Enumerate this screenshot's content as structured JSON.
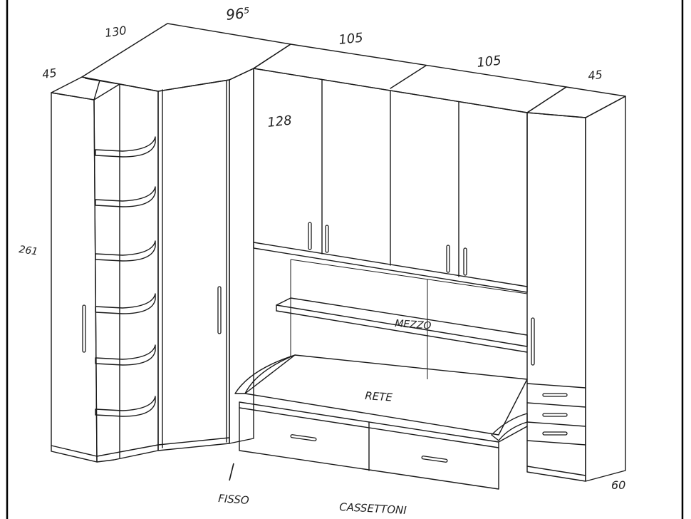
{
  "colors": {
    "line": "#1a1a1a",
    "paper": "#ffffff",
    "frame": "#000000"
  },
  "dimensions": {
    "left_depth": "45",
    "corner_width": "130",
    "corner_side": "96⁵",
    "upper_left_width": "105",
    "upper_right_width": "105",
    "right_depth": "45",
    "overall_height": "261",
    "upper_height": "128",
    "bed_depth": "60"
  },
  "labels": {
    "shelf": "MEZZO",
    "bed_base": "RETE",
    "fixed": "FISSO",
    "drawers": "CASSETTONI"
  }
}
